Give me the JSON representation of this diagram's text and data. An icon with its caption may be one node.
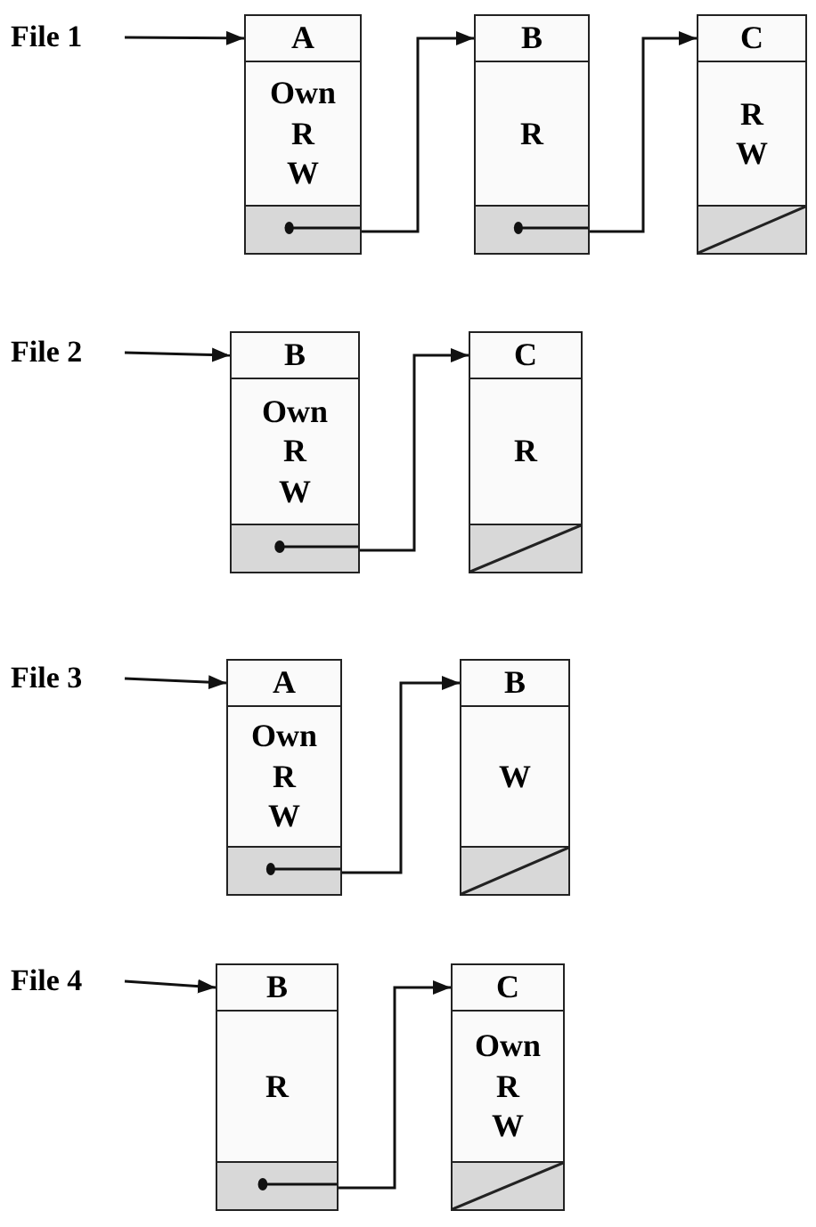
{
  "diagram": {
    "nodes": [
      {
        "text": [
          "File 1"
        ]
      },
      {
        "text": [
          "A",
          "Own R W"
        ]
      },
      {
        "text": [
          "B",
          "R"
        ]
      },
      {
        "text": [
          "C",
          "R W"
        ]
      },
      {
        "text": [
          "File 2"
        ]
      },
      {
        "text": [
          "B",
          "Own R W"
        ]
      },
      {
        "text": [
          "C",
          "R"
        ]
      },
      {
        "text": [
          "File 3"
        ]
      },
      {
        "text": [
          "A",
          "Own R W"
        ]
      },
      {
        "text": [
          "B",
          "W"
        ]
      },
      {
        "text": [
          "File 4"
        ]
      },
      {
        "text": [
          "B",
          "R"
        ]
      },
      {
        "text": [
          "C",
          "Own R W"
        ]
      }
    ],
    "edges": [
      {
        "from": 0,
        "to": 1,
        "arrow": "to"
      },
      {
        "from": 1,
        "to": 2,
        "arrow": "to"
      },
      {
        "from": 2,
        "to": 3,
        "arrow": "to"
      },
      {
        "from": 4,
        "to": 5,
        "arrow": "to"
      },
      {
        "from": 5,
        "to": 6,
        "arrow": "to"
      },
      {
        "from": 7,
        "to": 8,
        "arrow": "to"
      },
      {
        "from": 8,
        "to": 9,
        "arrow": "to"
      },
      {
        "from": 10,
        "to": 11,
        "arrow": "to"
      },
      {
        "from": 11,
        "to": 12,
        "arrow": "to"
      }
    ]
  }
}
